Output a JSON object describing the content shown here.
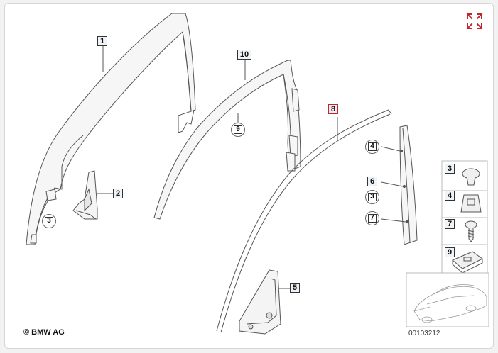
{
  "diagram": {
    "callouts": {
      "a_pillar": "1",
      "triangle_small": "2",
      "circled_left": "3",
      "door_frame": "10",
      "circled_middle": "9",
      "window_seal": "8",
      "clip_4": "4",
      "guide_rail": "6",
      "circled_right_3": "3",
      "circled_right_7": "7",
      "triangle_large": "5"
    },
    "hardware_list": [
      {
        "label": "3",
        "icon": "expanding-rivet-icon"
      },
      {
        "label": "4",
        "icon": "spring-nut-clip-icon"
      },
      {
        "label": "7",
        "icon": "screw-icon"
      },
      {
        "label": "9",
        "icon": "retaining-clip-icon"
      }
    ],
    "copyright": "© BMW AG",
    "image_number": "00103212",
    "colors": {
      "highlight": "#c0282d",
      "expand_icon": "#c0282d",
      "line": "#555555"
    }
  }
}
